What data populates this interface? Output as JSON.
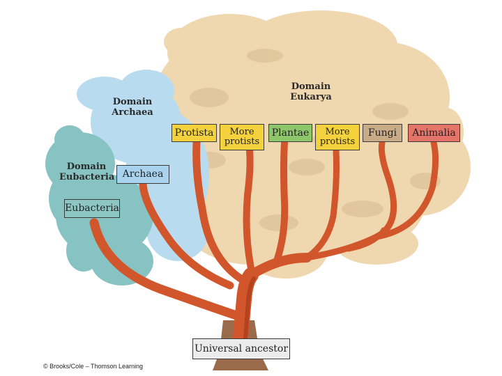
{
  "domains": {
    "archaea": "Domain\nArchaea",
    "eubacteria": "Domain\nEubacteria",
    "eukarya": "Domain\nEukarya"
  },
  "groups": {
    "protista": "Protista",
    "more_protists_1": "More protists",
    "plantae": "Plantae",
    "more_protists_2": "More protists",
    "fungi": "Fungi",
    "animalia": "Animalia",
    "archaea": "Archaea",
    "eubacteria": "Eubacteria"
  },
  "root": "Universal ancestor",
  "credit": "© Brooks/Cole – Thomson Learning",
  "colors": {
    "branch": "#d2562b",
    "eukarya_canopy": "#efd7b0",
    "archaea_canopy": "#b9dbef",
    "eubacteria_canopy": "#86c3c2",
    "protista": "#f4d23e",
    "more_protists": "#f4d23e",
    "plantae": "#8ec66c",
    "fungi": "#c9ab88",
    "animalia": "#e4736a",
    "archaea": "#a8d2ee",
    "eubacteria": "#8dc7c4",
    "root": "#ececec"
  }
}
